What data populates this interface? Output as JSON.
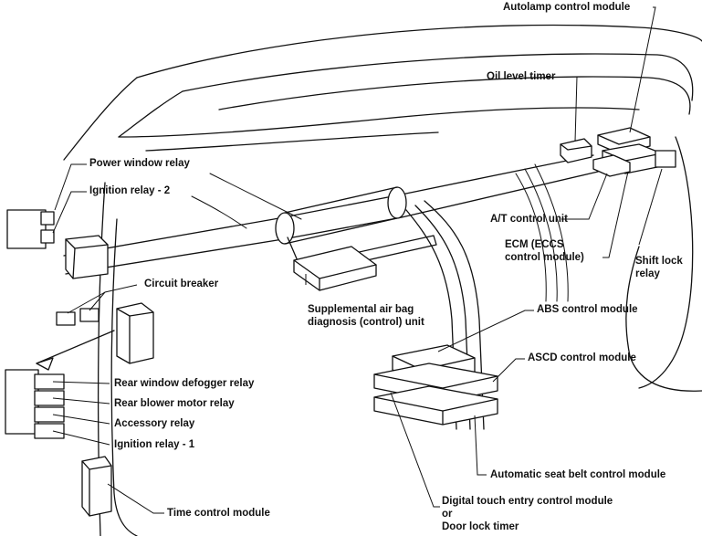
{
  "labels": {
    "autolamp": "Autolamp control module",
    "oil_level": "Oil level timer",
    "power_window": "Power window relay",
    "ignition2": "Ignition relay - 2",
    "circuit_breaker": "Circuit breaker",
    "at_control": "A/T control unit",
    "ecm_line1": "ECM (ECCS",
    "ecm_line2": "control module)",
    "shift_lock_line1": "Shift lock",
    "shift_lock_line2": "relay",
    "airbag_line1": "Supplemental air bag",
    "airbag_line2": "diagnosis (control) unit",
    "abs": "ABS control module",
    "ascd": "ASCD control module",
    "rear_defogger": "Rear window defogger relay",
    "rear_blower": "Rear blower motor relay",
    "accessory": "Accessory relay",
    "ignition1": "Ignition relay - 1",
    "seat_belt": "Automatic seat belt control module",
    "time_control": "Time control module",
    "digital_line1": "Digital touch entry control module",
    "digital_line2": "or",
    "digital_line3": "Door lock timer"
  }
}
